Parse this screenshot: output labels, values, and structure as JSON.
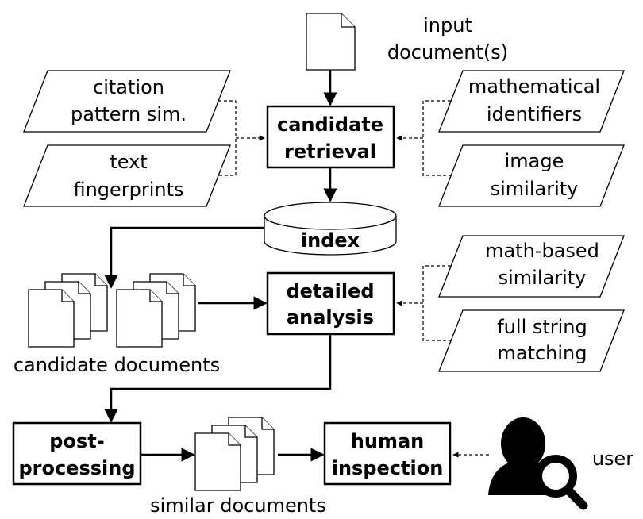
{
  "nodes": {
    "input": [
      "input",
      "document(s)"
    ],
    "citation": [
      "citation",
      "pattern sim."
    ],
    "text_fp": [
      "text",
      "fingerprints"
    ],
    "candidate_retrieval": [
      "candidate",
      "retrieval"
    ],
    "math_ids": [
      "mathematical",
      "identifiers"
    ],
    "image_sim": [
      "image",
      "similarity"
    ],
    "index": "index",
    "math_sim": [
      "math-based",
      "similarity"
    ],
    "full_string": [
      "full string",
      "matching"
    ],
    "detailed_analysis": [
      "detailed",
      "analysis"
    ],
    "candidate_docs": "candidate documents",
    "post_processing": [
      "post-",
      "processing"
    ],
    "similar_docs": "similar documents",
    "human_inspection": [
      "human",
      "inspection"
    ],
    "user": "user"
  },
  "icons": {
    "document": "document-icon",
    "database": "database-icon",
    "user": "user-search-icon"
  },
  "colors": {
    "stroke": "#000000",
    "fill": "#ffffff"
  }
}
